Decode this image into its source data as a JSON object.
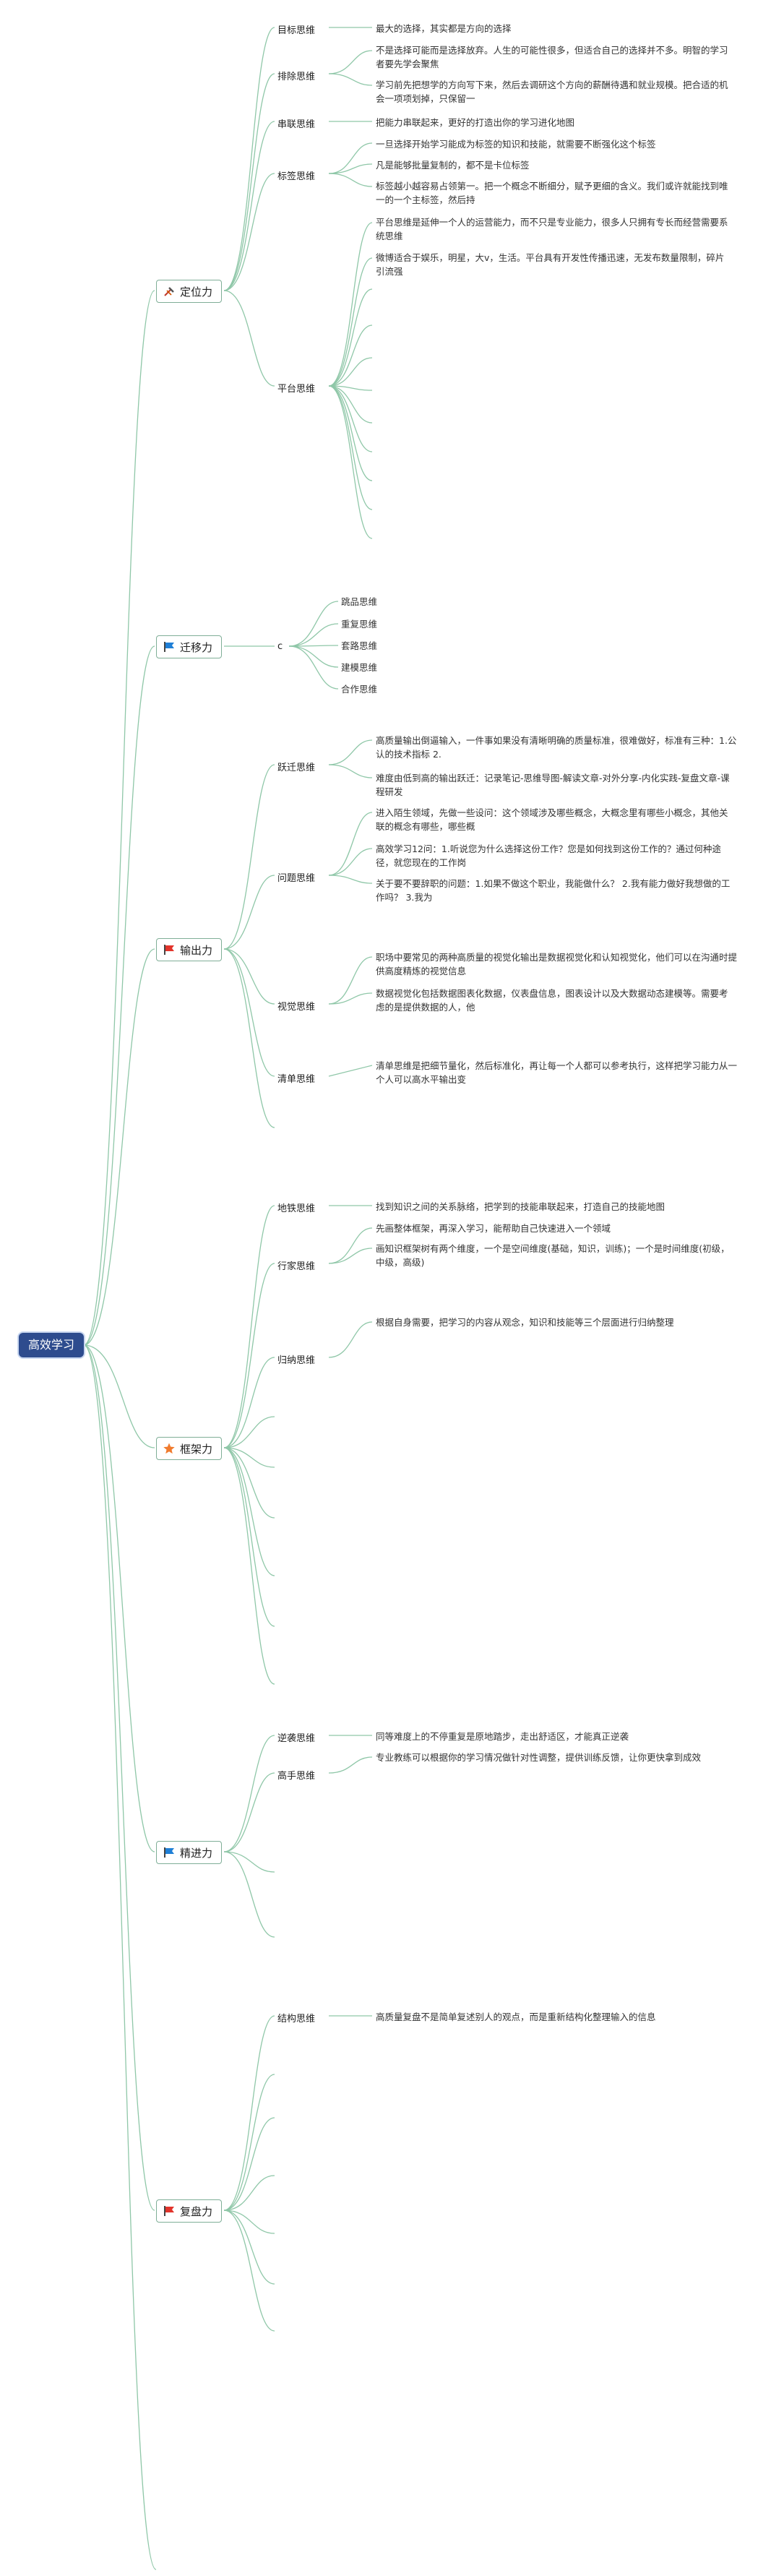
{
  "root": "高效学习",
  "branches": [
    {
      "label": "定位力",
      "icon": "hammer-pick-icon",
      "topics": [
        {
          "label": "目标思维",
          "notes": [
            "最大的选择，其实都是方向的选择"
          ]
        },
        {
          "label": "排除思维",
          "notes": [
            "不是选择可能而是选择放弃。人生的可能性很多，但适合自己的选择并不多。明智的学习者要先学会聚焦",
            "学习前先把想学的方向写下来，然后去调研这个方向的薪酬待遇和就业规模。把合适的机会一项项划掉，只保留一"
          ]
        },
        {
          "label": "串联思维",
          "notes": [
            "把能力串联起来，更好的打造出你的学习进化地图"
          ]
        },
        {
          "label": "标签思维",
          "notes": [
            "一旦选择开始学习能成为标签的知识和技能，就需要不断强化这个标签",
            "凡是能够批量复制的，都不是卡位标签",
            "标签越小越容易占领第一。把一个概念不断细分，赋予更细的含义。我们或许就能找到唯一的一个主标签，然后持"
          ]
        },
        {
          "label": "平台思维",
          "notes": [
            "平台思维是延伸一个人的运营能力，而不只是专业能力，很多人只拥有专长而经营需要系统思维",
            "微博适合于娱乐，明星，大v，生活。平台具有开发性传播迅速，无发布数量限制，碎片引流强"
          ]
        }
      ]
    },
    {
      "label": "迁移力",
      "icon": "flag-blue-icon",
      "topics": [
        {
          "label": "c",
          "notes": [
            "跳品思维",
            "重复思维",
            "套路思维",
            "建模思维",
            "合作思维"
          ]
        }
      ]
    },
    {
      "label": "输出力",
      "icon": "flag-red-icon",
      "topics": [
        {
          "label": "跃迁思维",
          "notes": [
            "高质量输出倒逼输入，一件事如果没有清晰明确的质量标准，很难做好，标准有三种：1.公认的技术指标 2.",
            "难度由低到高的输出跃迁：记录笔记-思维导图-解读文章-对外分享-内化实践-复盘文章-课程研发"
          ]
        },
        {
          "label": "问题思维",
          "notes": [
            "进入陌生领域，先做一些设问：这个领域涉及哪些概念，大概念里有哪些小概念，其他关联的概念有哪些，哪些概",
            "高效学习12问：1.听说您为什么选择这份工作？您是如何找到这份工作的？通过何种途径，就您现在的工作岗",
            "关于要不要辞职的问题：1.如果不做这个职业，我能做什么？ 2.我有能力做好我想做的工作吗？ 3.我为"
          ]
        },
        {
          "label": "视觉思维",
          "notes": [
            "职场中要常见的两种高质量的视觉化输出是数据视觉化和认知视觉化，他们可以在沟通时提供高度精炼的视觉信息",
            "数据视觉化包括数据图表化数据，仪表盘信息，图表设计以及大数据动态建模等。需要考虑的是提供数据的人，他"
          ]
        },
        {
          "label": "清单思维",
          "notes": [
            "清单思维是把细节量化，然后标准化，再让每一个人都可以参考执行，这样把学习能力从一个人可以高水平输出变"
          ]
        }
      ]
    },
    {
      "label": "框架力",
      "icon": "star-orange-icon",
      "topics": [
        {
          "label": "地铁思维",
          "notes": [
            "找到知识之间的关系脉络，把学到的技能串联起来，打造自己的技能地图"
          ]
        },
        {
          "label": "行家思维",
          "notes": [
            "先画整体框架，再深入学习，能帮助自己快速进入一个领域",
            "画知识框架树有两个维度，一个是空间维度(基础，知识，训练)；一个是时间维度(初级，中级，高级)"
          ]
        },
        {
          "label": "归纳思维",
          "notes": [
            "根据自身需要，把学习的内容从观念，知识和技能等三个层面进行归纳整理"
          ]
        }
      ]
    },
    {
      "label": "精进力",
      "icon": "flag-blue-icon",
      "topics": [
        {
          "label": "逆袭思维",
          "notes": [
            "同等难度上的不停重复是原地踏步，走出舒适区，才能真正逆袭"
          ]
        },
        {
          "label": "高手思维",
          "notes": [
            "专业教练可以根据你的学习情况做针对性调整，提供训练反馈，让你更快拿到成效"
          ]
        }
      ]
    },
    {
      "label": "复盘力",
      "icon": "flag-red-icon",
      "topics": [
        {
          "label": "结构思维",
          "notes": [
            "高质量复盘不是简单复述别人的观点，而是重新结构化整理输入的信息"
          ]
        }
      ]
    }
  ],
  "colors": {
    "root_bg": "#2e4c8e",
    "line": "#8fc7a8",
    "flag_red": "#e2342b",
    "flag_blue": "#1f7fd6",
    "star": "#f07b2e"
  }
}
